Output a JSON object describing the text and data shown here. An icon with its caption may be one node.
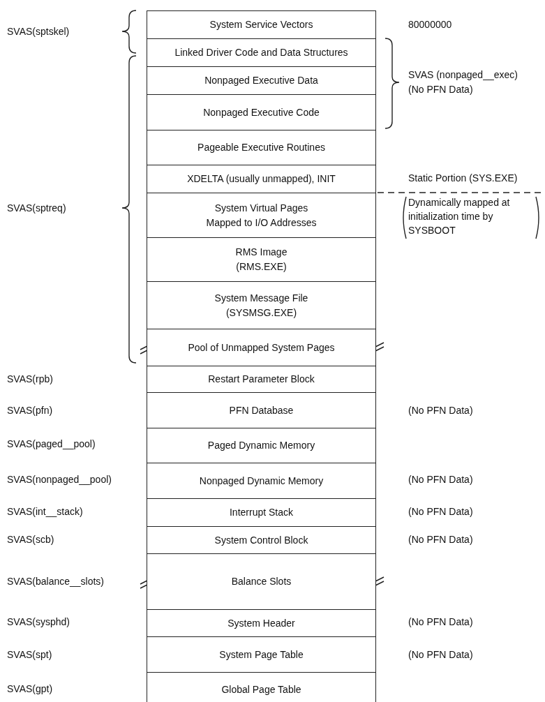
{
  "diagram": {
    "nodes": [
      {
        "text": [
          "System Service Vectors"
        ]
      },
      {
        "text": [
          "Linked Driver Code and Data Structures"
        ]
      },
      {
        "text": [
          "Nonpaged Executive Data"
        ]
      },
      {
        "text": [
          "Nonpaged Executive Code"
        ]
      },
      {
        "text": [
          "Pageable Executive Routines"
        ]
      },
      {
        "text": [
          "XDELTA (usually unmapped), INIT"
        ]
      },
      {
        "text": [
          "System Virtual Pages Mapped to I/O Addresses"
        ]
      },
      {
        "text": [
          "RMS Image (RMS.EXE)"
        ]
      },
      {
        "text": [
          "System Message File (SYSMSG.EXE)"
        ]
      },
      {
        "text": [
          "Pool of Unmapped System Pages"
        ]
      },
      {
        "text": [
          "Restart Parameter Block"
        ]
      },
      {
        "text": [
          "PFN Database"
        ]
      },
      {
        "text": [
          "Paged Dynamic Memory"
        ]
      },
      {
        "text": [
          "Nonpaged Dynamic Memory"
        ]
      },
      {
        "text": [
          "Interrupt Stack"
        ]
      },
      {
        "text": [
          "System Control Block"
        ]
      },
      {
        "text": [
          "Balance Slots"
        ]
      },
      {
        "text": [
          "System Header"
        ]
      },
      {
        "text": [
          "System Page Table"
        ]
      },
      {
        "text": [
          "Global Page Table"
        ]
      }
    ],
    "labels": [
      "SVAS(sptskel)",
      "80000000",
      "SVAS (nonpaged__exec)",
      "(No PFN Data)",
      "Static Portion (SYS.EXE)",
      "SVAS(sptreq)",
      "Dynamically mapped at initialization time by SYSBOOT",
      "SVAS(rpb)",
      "SVAS(pfn)",
      "(No PFN Data)",
      "SVAS(paged__pool)",
      "SVAS(nonpaged__pool)",
      "(No PFN Data)",
      "SVAS(int__stack)",
      "(No PFN Data)",
      "SVAS(scb)",
      "(No PFN Data)",
      "SVAS(balance__slots)",
      "SVAS(sysphd)",
      "(No PFN Data)",
      "SVAS(spt)",
      "(No PFN Data)",
      "SVAS(gpt)"
    ]
  }
}
